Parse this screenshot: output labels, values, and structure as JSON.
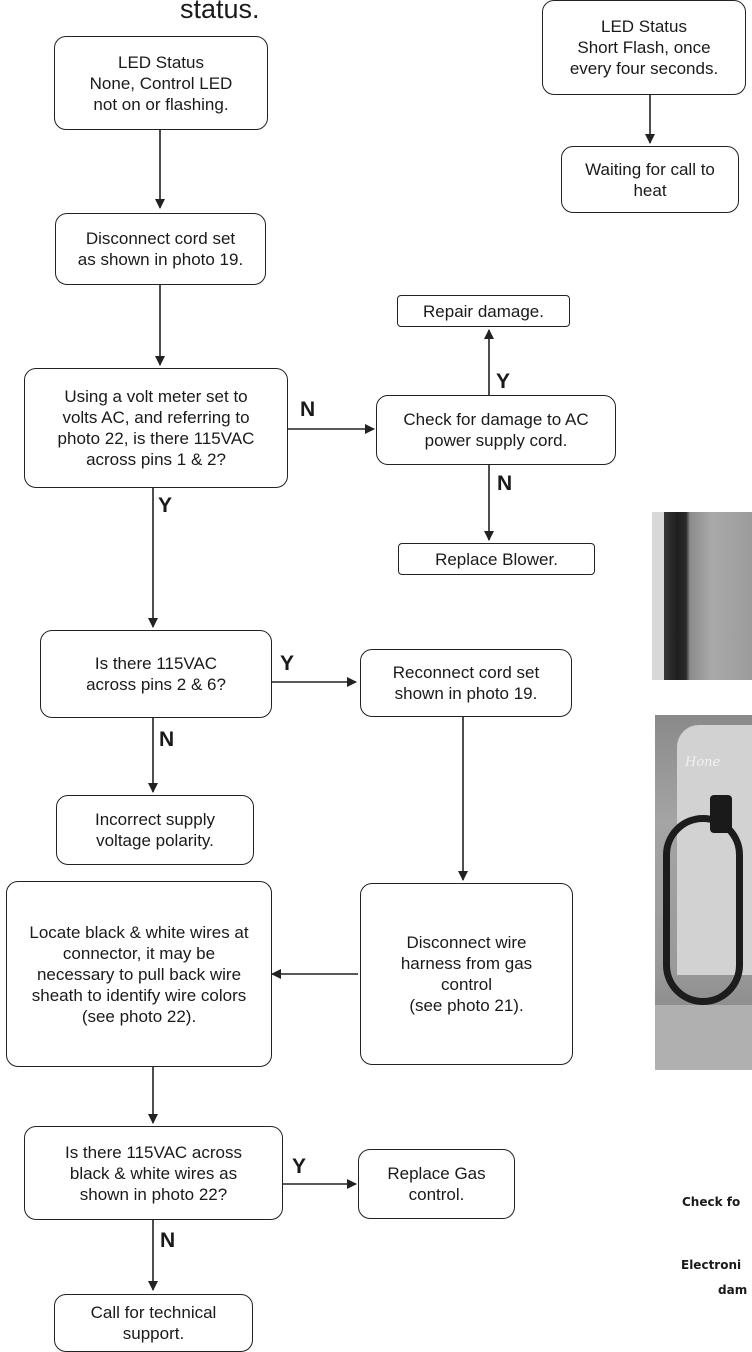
{
  "header_text": "status.",
  "boxes": {
    "led_none": "LED Status\nNone, Control LED\nnot on or flashing.",
    "led_short": "LED Status\nShort Flash, once\nevery four seconds.",
    "waiting": "Waiting for call to\nheat",
    "disconnect_cord": "Disconnect cord set\nas shown in photo 19.",
    "repair": "Repair damage.",
    "voltmeter": "Using a volt meter set to\nvolts AC, and referring to\nphoto 22, is there 115VAC\nacross pins 1 & 2?",
    "check_damage": "Check for damage to AC\npower supply cord.",
    "replace_blower": "Replace Blower.",
    "pins_2_6": "Is there 115VAC\nacross pins 2 & 6?",
    "reconnect": "Reconnect cord set\nshown in photo 19.",
    "incorrect": "Incorrect supply\nvoltage polarity.",
    "locate_wires": "Locate black & white wires at\nconnector, it may be\nnecessary to pull back wire\nsheath to identify wire colors\n(see photo 22).",
    "disconnect_harness": "Disconnect wire\nharness from gas\ncontrol\n(see photo 21).",
    "black_white": "Is there 115VAC across\nblack & white wires as\nshown in photo 22?",
    "replace_gas": "Replace Gas\ncontrol.",
    "call_support": "Call for technical\nsupport."
  },
  "labels": {
    "n1": "N",
    "y1": "Y",
    "n2": "N",
    "y2": "Y",
    "y3": "Y",
    "n3": "N",
    "y4": "Y",
    "n4": "N"
  },
  "photo_text": "Hone",
  "side_notes": {
    "check": "Check fo",
    "electronic": "Electroni",
    "dam": "dam"
  }
}
